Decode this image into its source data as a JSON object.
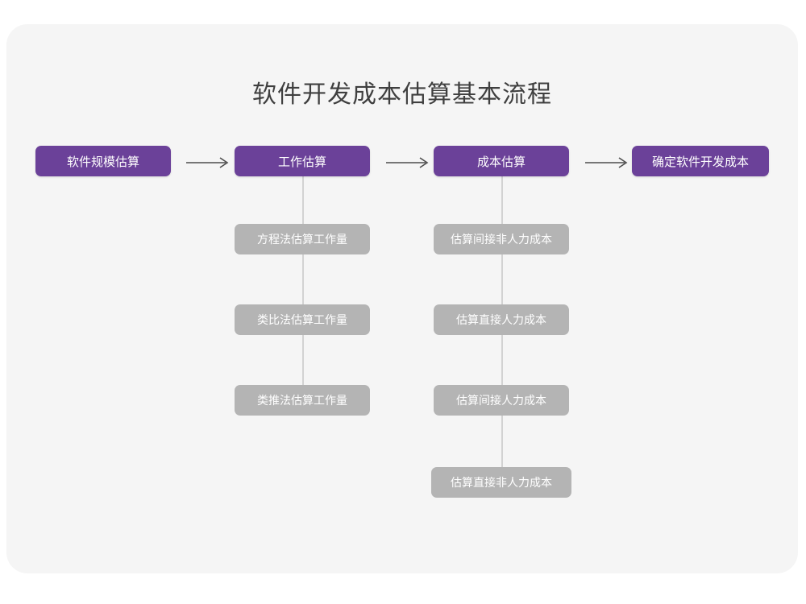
{
  "diagram": {
    "title": "软件开发成本估算基本流程",
    "background_color": "#f5f5f5",
    "page_color": "#ffffff",
    "stage_color": "#6b4199",
    "substep_color": "#b4b4b4",
    "connector_color": "#d2d2d2",
    "arrow_glyph": "right-arrow",
    "stages": [
      {
        "label": "软件规模估算"
      },
      {
        "label": "工作估算"
      },
      {
        "label": "成本估算"
      },
      {
        "label": "确定软件开发成本"
      }
    ],
    "arrows": [
      {
        "label": "⟶"
      },
      {
        "label": "⟶"
      },
      {
        "label": "⟶"
      }
    ],
    "substeps_work": [
      {
        "label": "方程法估算工作量"
      },
      {
        "label": "类比法估算工作量"
      },
      {
        "label": "类推法估算工作量"
      }
    ],
    "substeps_cost": [
      {
        "label": "估算间接非人力成本"
      },
      {
        "label": "估算直接人力成本"
      },
      {
        "label": "估算间接人力成本"
      },
      {
        "label": "估算直接非人力成本"
      }
    ]
  }
}
